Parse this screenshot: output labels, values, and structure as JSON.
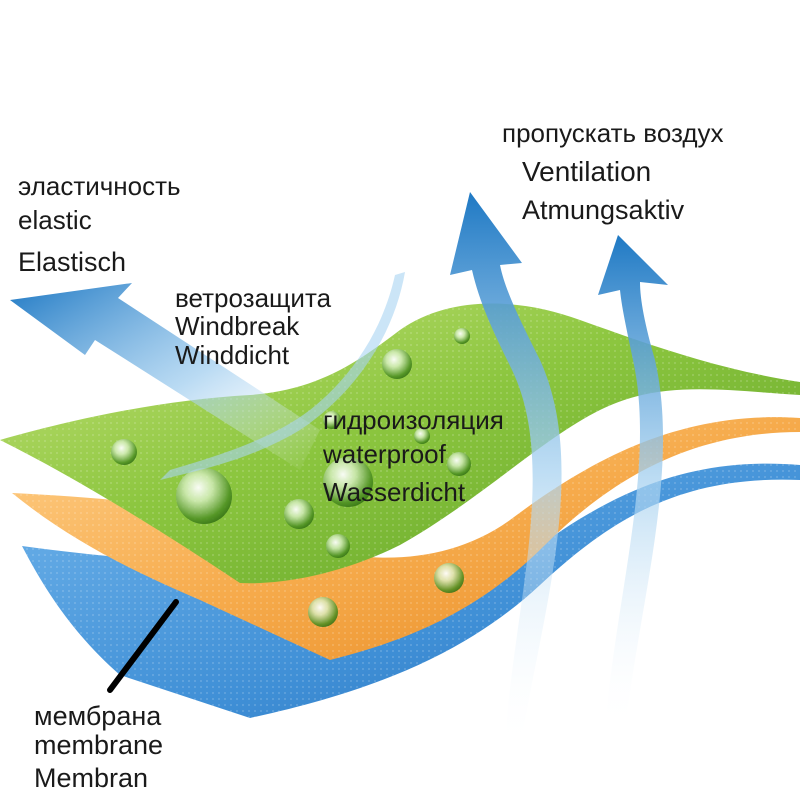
{
  "labels": {
    "elastic": {
      "ru": "эластичность",
      "en": "elastic",
      "de": "Elastisch"
    },
    "windbreak": {
      "ru": "ветрозащита",
      "en": "Windbreak",
      "de": "Winddicht"
    },
    "ventilation": {
      "ru": "пропускать воздух",
      "en": "Ventilation",
      "de": "Atmungsaktiv"
    },
    "waterproof": {
      "ru": "гидроизоляция",
      "en": "waterproof",
      "de": "Wasserdicht"
    },
    "membrane": {
      "ru": "мембрана",
      "en": "membrane",
      "de": "Membran"
    }
  },
  "colors": {
    "top_layer": "#8cc63f",
    "middle_layer": "#f2a444",
    "bottom_layer": "#4a90d9",
    "arrow": "#2b7fc7",
    "pointer_line": "#000000"
  }
}
